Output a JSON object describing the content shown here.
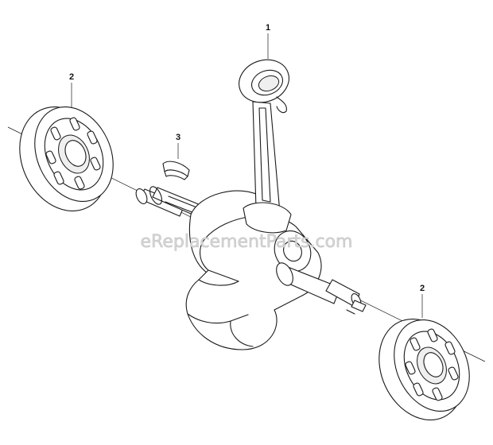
{
  "watermark": "eReplacementParts.com",
  "callouts": [
    {
      "id": "conrod",
      "label": "1"
    },
    {
      "id": "bearing-left",
      "label": "2"
    },
    {
      "id": "key",
      "label": "3"
    },
    {
      "id": "bearing-right",
      "label": "2"
    }
  ]
}
